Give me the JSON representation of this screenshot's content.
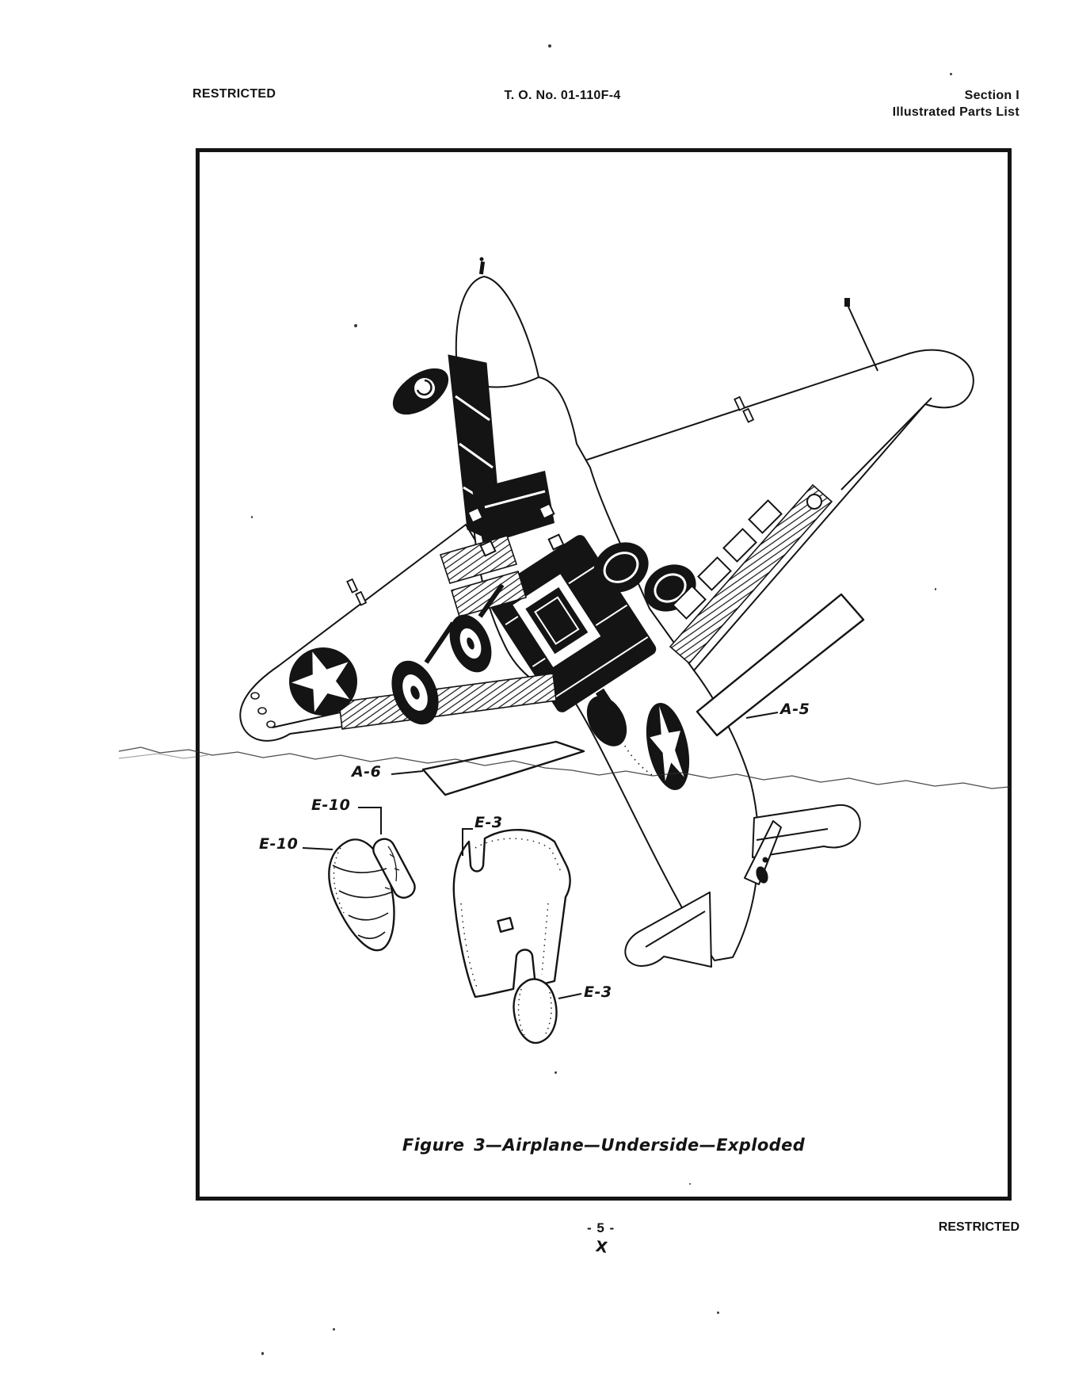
{
  "header": {
    "classification": "RESTRICTED",
    "technical_order": "T. O. No. 01-110F-4",
    "section_line1": "Section I",
    "section_line2": "Illustrated Parts List"
  },
  "figure": {
    "caption": "Figure 3—Airplane—Underside—Exploded",
    "callouts": [
      {
        "text": "A-5"
      },
      {
        "text": "A-6"
      },
      {
        "text": "E-10"
      },
      {
        "text": "E-10"
      },
      {
        "text": "E-3"
      },
      {
        "text": "E-3"
      }
    ]
  },
  "footer": {
    "page_number": "- 5 -",
    "handwritten_mark": "X",
    "classification": "RESTRICTED"
  },
  "colors": {
    "ink": "#141414",
    "paper": "#ffffff"
  }
}
